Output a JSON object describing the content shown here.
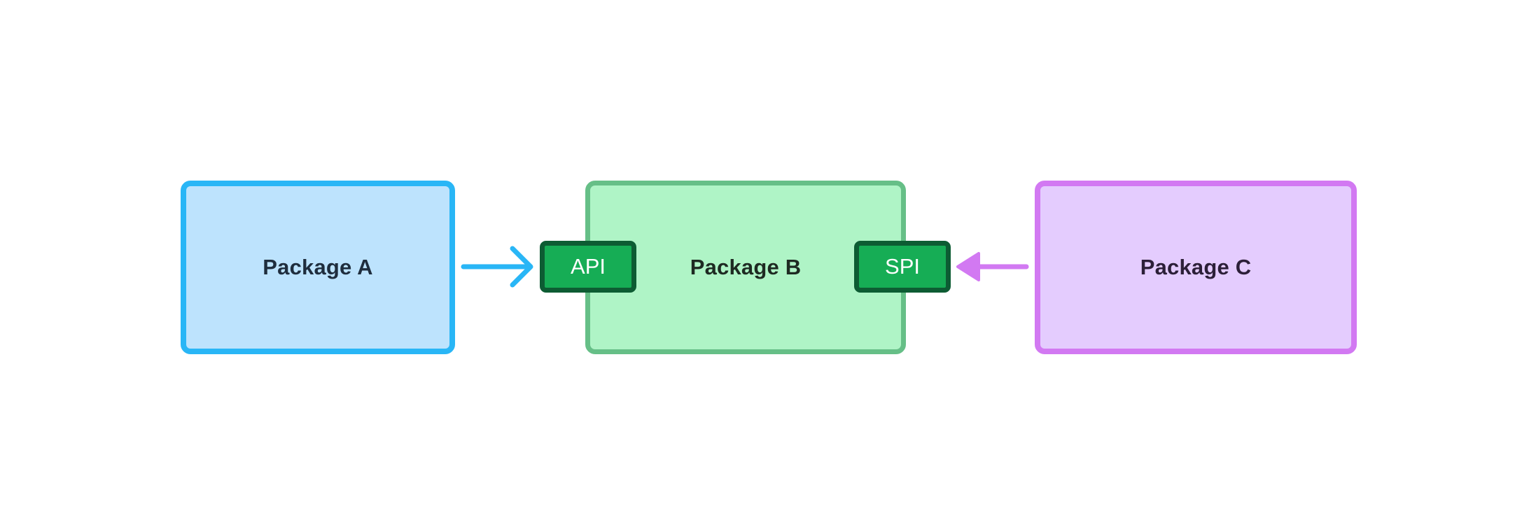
{
  "diagram": {
    "packages": [
      {
        "id": "a",
        "label": "Package A",
        "fill": "#bde3fd",
        "stroke": "#29b6f6"
      },
      {
        "id": "b",
        "label": "Package B",
        "fill": "#aff4c6",
        "stroke": "#66bf87"
      },
      {
        "id": "c",
        "label": "Package C",
        "fill": "#e4ccfe",
        "stroke": "#d279f2"
      }
    ],
    "ports": [
      {
        "id": "api",
        "label": "API",
        "fill": "#16ad55",
        "stroke": "#0d5c33"
      },
      {
        "id": "spi",
        "label": "SPI",
        "fill": "#16ad55",
        "stroke": "#0d5c33"
      }
    ],
    "edges": [
      {
        "from": "Package A",
        "to": "API",
        "color": "#29b6f6",
        "arrowhead": "open"
      },
      {
        "from": "Package C",
        "to": "SPI",
        "color": "#d279f2",
        "arrowhead": "filled"
      }
    ]
  }
}
